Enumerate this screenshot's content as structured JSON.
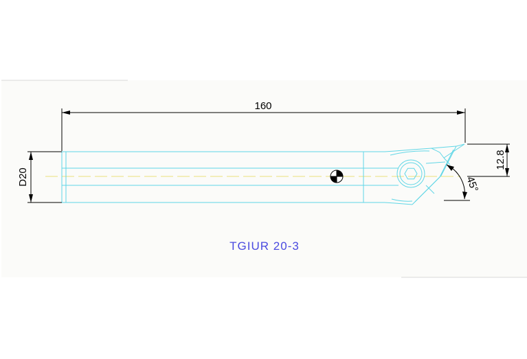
{
  "dimensions": {
    "length": "160",
    "diameter": "D20",
    "height": "12.8",
    "angle": "45°"
  },
  "title": "TGIUR 20-3",
  "colors": {
    "part_outline": "#5fd6e6",
    "center_line": "#e8e27a",
    "dimension": "#000000",
    "title": "#4a4ae0",
    "sheet_background": "#fbfbf9"
  },
  "icons": {
    "center_mark": "center-of-gravity-symbol",
    "screw": "hex-socket-screw"
  }
}
